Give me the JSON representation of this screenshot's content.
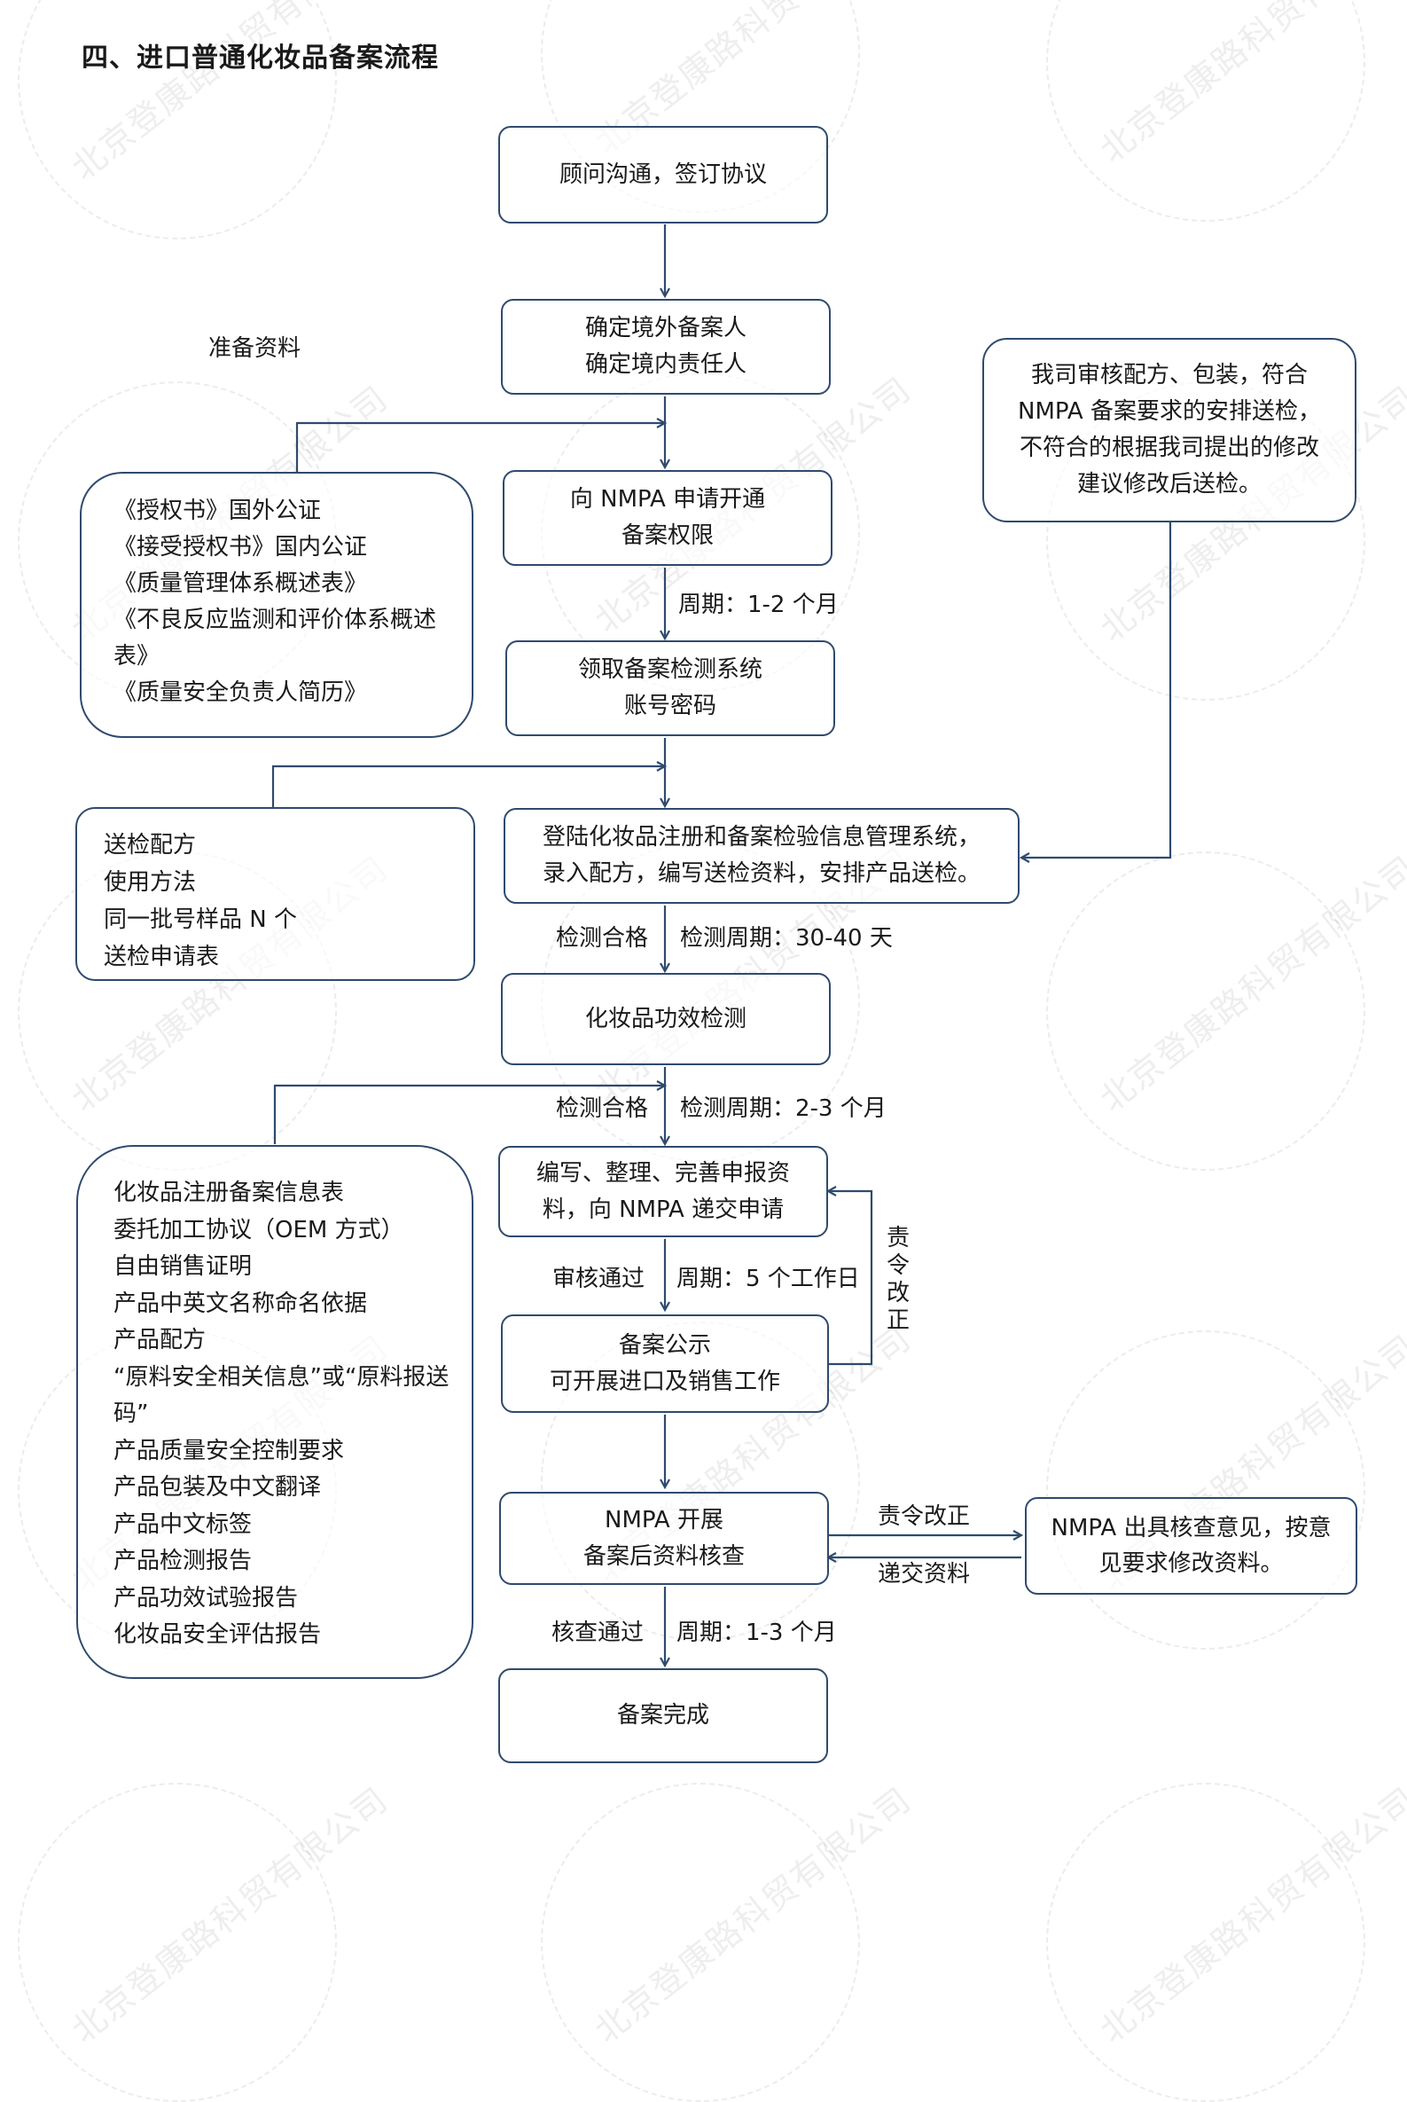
{
  "title": "四、进口普通化妆品备案流程",
  "watermark": "北京登康路科贸有限公司",
  "colors": {
    "stroke": "#2f4a6e",
    "text": "#1a1a1a"
  },
  "main_steps": [
    {
      "lines": [
        "顾问沟通，签订协议"
      ]
    },
    {
      "lines": [
        "确定境外备案人",
        "确定境内责任人"
      ]
    },
    {
      "lines": [
        "向 NMPA 申请开通",
        "备案权限"
      ]
    },
    {
      "lines": [
        "领取备案检测系统",
        "账号密码"
      ]
    },
    {
      "lines": [
        "登陆化妆品注册和备案检验信息管理系统，",
        "录入配方，编写送检资料，安排产品送检。"
      ]
    },
    {
      "lines": [
        "化妆品功效检测"
      ]
    },
    {
      "lines": [
        "编写、整理、完善申报资",
        "料，向 NMPA 递交申请"
      ]
    },
    {
      "lines": [
        "备案公示",
        "可开展进口及销售工作"
      ]
    },
    {
      "lines": [
        "NMPA 开展",
        "备案后资料核查"
      ]
    },
    {
      "lines": [
        "备案完成"
      ]
    }
  ],
  "side_notes": {
    "prepare_label": "准备资料",
    "prepare_docs": [
      "《授权书》国外公证",
      "《接受授权书》国内公证",
      "《质量管理体系概述表》",
      "《不良反应监测和评价体系概述表》",
      "《质量安全负责人简历》"
    ],
    "test_docs": [
      "送检配方",
      "使用方法",
      "同一批号样品 N 个",
      "送检申请表"
    ],
    "filing_docs": [
      "化妆品注册备案信息表",
      "委托加工协议（OEM 方式）",
      "自由销售证明",
      "产品中英文名称命名依据",
      "产品配方",
      "“原料安全相关信息”或“原料报送码”",
      "产品质量安全控制要求",
      "产品包装及中文翻译",
      "产品中文标签",
      "产品检测报告",
      "产品功效试验报告",
      "化妆品安全评估报告"
    ],
    "review_note": [
      "我司审核配方、包装，符合 NMPA 备案要求的安排送检，不符合的根据我司提出的修改建议修改后送检。"
    ],
    "nmpa_opinion": [
      "NMPA 出具核查意见，按意见要求修改资料。"
    ]
  },
  "edge_labels": {
    "cycle_1": "周期：1-2 个月",
    "pass_1": "检测合格",
    "cycle_2": "检测周期：30-40 天",
    "pass_2": "检测合格",
    "cycle_3": "检测周期：2-3 个月",
    "approved": "审核通过",
    "cycle_4": "周期：5 个工作日",
    "rectify_vertical": "责令改正",
    "rectify": "责令改正",
    "submit": "递交资料",
    "check_passed": "核查通过",
    "cycle_5": "周期：1-3 个月"
  }
}
